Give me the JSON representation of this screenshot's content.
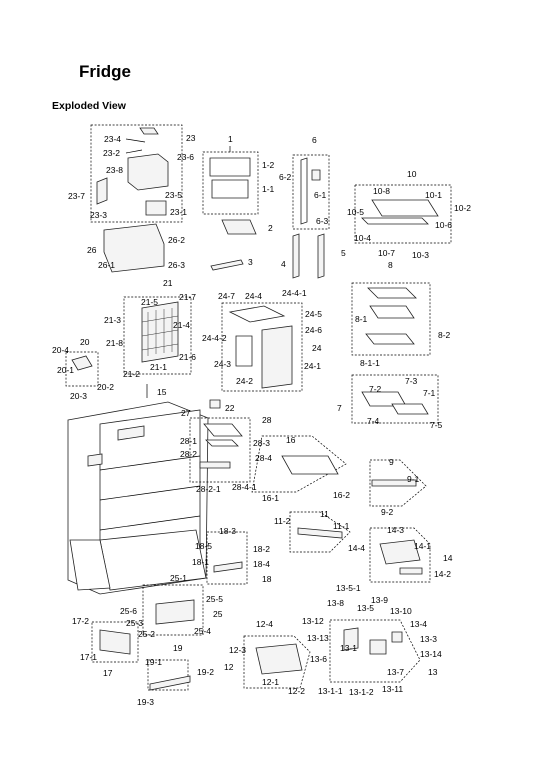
{
  "page": {
    "title": "Fridge",
    "section": "Exploded View"
  },
  "labels": {
    "p1": "1",
    "p1_1": "1-1",
    "p1_2": "1-2",
    "p2": "2",
    "p3": "3",
    "p4": "4",
    "p5": "5",
    "p6": "6",
    "p6_1": "6-1",
    "p6_2": "6-2",
    "p6_3": "6-3",
    "p7": "7",
    "p7_1": "7-1",
    "p7_2": "7-2",
    "p7_3": "7-3",
    "p7_4": "7-4",
    "p7_5": "7-5",
    "p8": "8",
    "p8_1": "8-1",
    "p8_1_1": "8-1-1",
    "p8_2": "8-2",
    "p9": "9",
    "p9_1": "9-1",
    "p9_2": "9-2",
    "p10": "10",
    "p10_1": "10-1",
    "p10_2": "10-2",
    "p10_3": "10-3",
    "p10_4": "10-4",
    "p10_5": "10-5",
    "p10_6": "10-6",
    "p10_7": "10-7",
    "p10_8": "10-8",
    "p11": "11",
    "p11_1": "11-1",
    "p11_2": "11-2",
    "p12": "12",
    "p12_1": "12-1",
    "p12_2": "12-2",
    "p12_3": "12-3",
    "p12_4": "12-4",
    "p13": "13",
    "p13_1": "13-1",
    "p13_1_1": "13-1-1",
    "p13_1_2": "13-1-2",
    "p13_3": "13-3",
    "p13_4": "13-4",
    "p13_5": "13-5",
    "p13_5_1": "13-5-1",
    "p13_6": "13-6",
    "p13_7": "13-7",
    "p13_8": "13-8",
    "p13_9": "13-9",
    "p13_10": "13-10",
    "p13_11": "13-11",
    "p13_12": "13-12",
    "p13_13": "13-13",
    "p13_14": "13-14",
    "p14": "14",
    "p14_1": "14-1",
    "p14_2": "14-2",
    "p14_3": "14-3",
    "p14_4": "14-4",
    "p15": "15",
    "p16": "16",
    "p16_1": "16-1",
    "p16_2": "16-2",
    "p17": "17",
    "p17_1": "17-1",
    "p17_2": "17-2",
    "p18": "18",
    "p18_1": "18-1",
    "p18_2": "18-2",
    "p18_3": "18-3",
    "p18_4": "18-4",
    "p18_5": "18-5",
    "p19": "19",
    "p19_1": "19-1",
    "p19_2": "19-2",
    "p19_3": "19-3",
    "p20": "20",
    "p20_1": "20-1",
    "p20_2": "20-2",
    "p20_3": "20-3",
    "p20_4": "20-4",
    "p21": "21",
    "p21_1": "21-1",
    "p21_2": "21-2",
    "p21_3": "21-3",
    "p21_4": "21-4",
    "p21_5": "21-5",
    "p21_6": "21-6",
    "p21_7": "21-7",
    "p21_8": "21-8",
    "p22": "22",
    "p23": "23",
    "p23_1": "23-1",
    "p23_2": "23-2",
    "p23_3": "23-3",
    "p23_4": "23-4",
    "p23_5": "23-5",
    "p23_6": "23-6",
    "p23_7": "23-7",
    "p23_8": "23-8",
    "p24": "24",
    "p24_1": "24-1",
    "p24_2": "24-2",
    "p24_3": "24-3",
    "p24_4": "24-4",
    "p24_4_1": "24-4-1",
    "p24_4_2": "24-4-2",
    "p24_5": "24-5",
    "p24_6": "24-6",
    "p24_7": "24-7",
    "p25": "25",
    "p25_1": "25-1",
    "p25_2": "25-2",
    "p25_3": "25-3",
    "p25_4": "25-4",
    "p25_5": "25-5",
    "p25_6": "25-6",
    "p26": "26",
    "p26_1": "26-1",
    "p26_2": "26-2",
    "p26_3": "26-3",
    "p27": "27",
    "p28": "28",
    "p28_1": "28-1",
    "p28_2": "28-2",
    "p28_2_1": "28-2-1",
    "p28_3": "28-3",
    "p28_4": "28-4",
    "p28_4_1": "28-4-1"
  }
}
